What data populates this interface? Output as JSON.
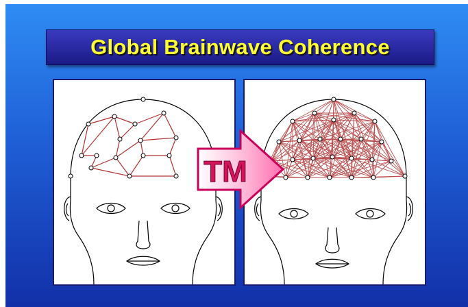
{
  "title": "Global Brainwave Coherence",
  "arrow_label": "TM",
  "colors": {
    "background_top": "#2f8cf4",
    "background_bottom": "#1230a8",
    "title_text": "#ffff33",
    "title_banner": "#1a1a86",
    "connection_line": "#b03030",
    "arrow_fill": "#ff99cc",
    "arrow_text": "#d4145a"
  },
  "diagrams": {
    "before": {
      "description_icon": "head-eeg-diagram",
      "connectivity": "sparse"
    },
    "after": {
      "description_icon": "head-eeg-diagram",
      "connectivity": "dense"
    }
  }
}
